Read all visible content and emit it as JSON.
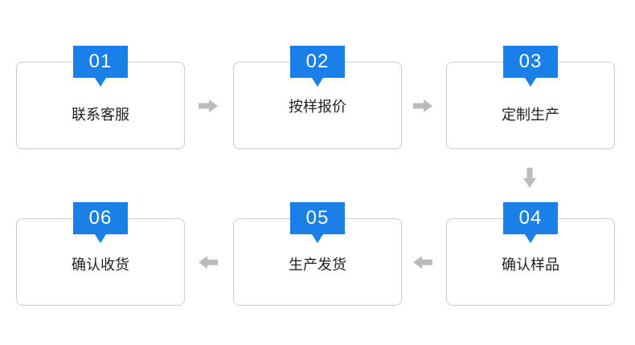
{
  "colors": {
    "accent": "#1a7fe6",
    "border": "#cccccc",
    "arrow": "#bbbbbb",
    "text": "#222222"
  },
  "steps": [
    {
      "number": "01",
      "label": "联系客服"
    },
    {
      "number": "02",
      "label": "按样报价"
    },
    {
      "number": "03",
      "label": "定制生产"
    },
    {
      "number": "04",
      "label": "确认样品"
    },
    {
      "number": "05",
      "label": "生产发货"
    },
    {
      "number": "06",
      "label": "确认收货"
    }
  ],
  "arrows": [
    "arrow-right-icon",
    "arrow-right-icon",
    "arrow-down-icon",
    "arrow-left-icon",
    "arrow-left-icon"
  ]
}
